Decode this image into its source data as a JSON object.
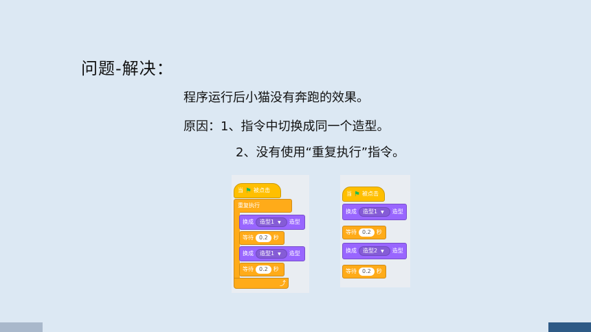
{
  "slide": {
    "title": "问题-解决：",
    "line1": "程序运行后小猫没有奔跑的效果。",
    "line2": "原因：1、指令中切换成同一个造型。",
    "line3": "2、没有使用“重复执行”指令。"
  },
  "left_script": {
    "hat": "当",
    "hat_suffix": "被点击",
    "forever": "重复执行",
    "blocks": [
      {
        "prefix": "换成",
        "costume": "造型1",
        "suffix": "造型"
      },
      {
        "prefix": "等待",
        "value": "0.2",
        "suffix": "秒"
      },
      {
        "prefix": "换成",
        "costume": "造型1",
        "suffix": "造型"
      },
      {
        "prefix": "等待",
        "value": "0.2",
        "suffix": "秒"
      }
    ]
  },
  "right_script": {
    "hat": "当",
    "hat_suffix": "被点击",
    "blocks": [
      {
        "prefix": "换成",
        "costume": "造型1",
        "suffix": "造型"
      },
      {
        "prefix": "等待",
        "value": "0.2",
        "suffix": "秒"
      },
      {
        "prefix": "换成",
        "costume": "造型2",
        "suffix": "造型"
      },
      {
        "prefix": "等待",
        "value": "0.2",
        "suffix": "秒"
      }
    ]
  },
  "colors": {
    "background": "#dce8f3",
    "events": "#ffbf00",
    "control": "#ffab19",
    "looks": "#9966ff",
    "footer_left": "#a9b8cb",
    "footer_right": "#2e5a86"
  },
  "icons": {
    "flag": "green-flag-icon",
    "dropdown": "dropdown-arrow-icon",
    "loop": "loop-arrow-icon"
  }
}
